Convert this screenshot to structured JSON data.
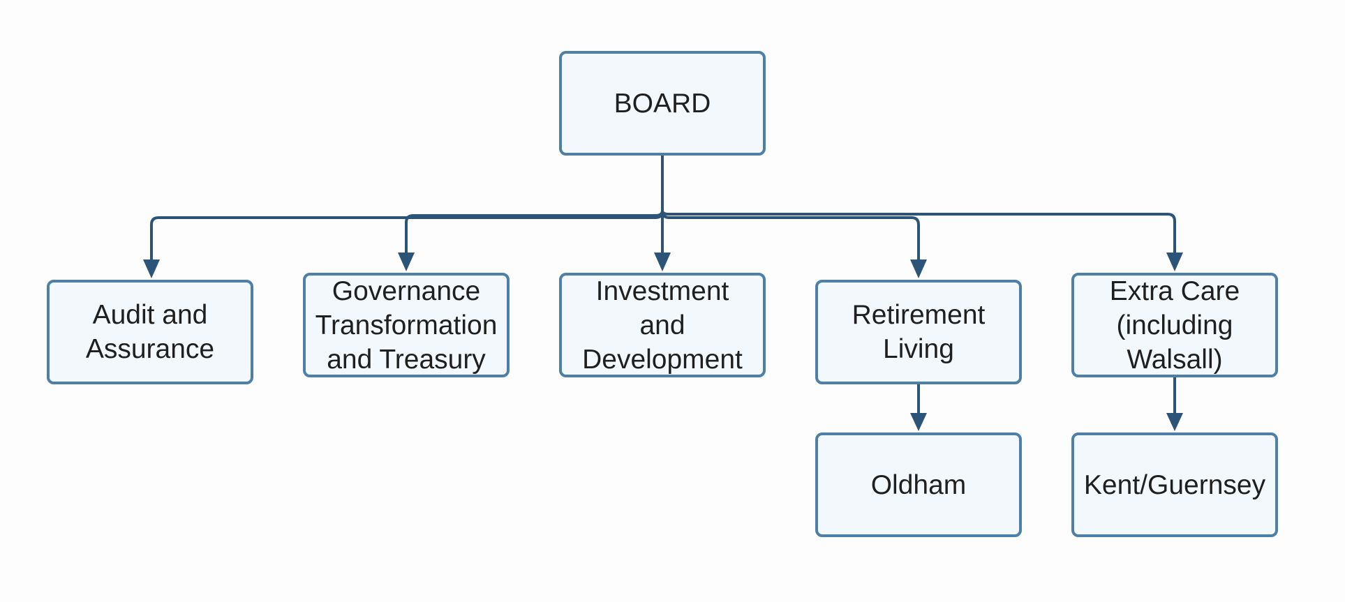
{
  "diagram": {
    "colors": {
      "node_border": "#4d7fa8",
      "node_fill": "#f3f8fc",
      "connector": "#2c5478",
      "text": "#1f1f1f"
    },
    "nodes": {
      "board": "BOARD",
      "audit": "Audit and\nAssurance",
      "governance": "Governance\nTransformation\nand Treasury",
      "investment": "Investment\nand\nDevelopment",
      "retirement": "Retirement\nLiving",
      "extra_care": "Extra Care\n(including\nWalsall)",
      "oldham": "Oldham",
      "kent": "Kent/Guernsey"
    },
    "edges": [
      {
        "from": "BOARD",
        "to": "Audit and Assurance"
      },
      {
        "from": "BOARD",
        "to": "Governance Transformation and Treasury"
      },
      {
        "from": "BOARD",
        "to": "Investment and Development"
      },
      {
        "from": "BOARD",
        "to": "Retirement Living"
      },
      {
        "from": "BOARD",
        "to": "Extra Care (including Walsall)"
      },
      {
        "from": "Retirement Living",
        "to": "Oldham"
      },
      {
        "from": "Extra Care (including Walsall)",
        "to": "Kent/Guernsey"
      }
    ]
  }
}
